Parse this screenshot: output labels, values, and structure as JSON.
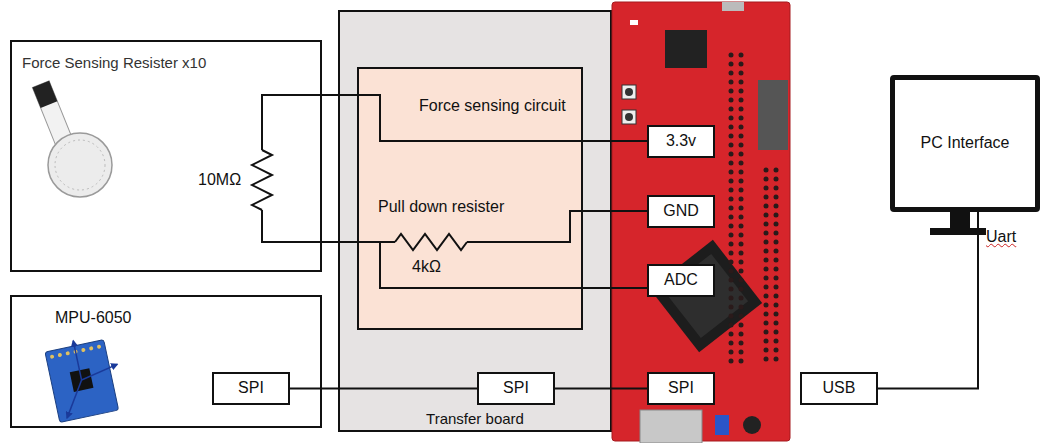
{
  "diagram": {
    "nodes": [
      {
        "text": [
          "Force Sensing Resister x10"
        ]
      },
      {
        "text": [
          "Transfer board"
        ]
      },
      {
        "text": [
          "Force sensing circuit"
        ],
        "in": 1
      },
      {
        "text": [
          "MPU-6050"
        ]
      },
      {
        "text": [
          "SPI"
        ],
        "in": 3
      },
      {
        "text": [
          "SPI"
        ],
        "in": 1
      },
      {
        "text": [
          "3.3v"
        ]
      },
      {
        "text": [
          "GND"
        ]
      },
      {
        "text": [
          "ADC"
        ]
      },
      {
        "text": [
          "SPI"
        ]
      },
      {
        "text": [
          "USB"
        ]
      },
      {
        "text": [
          "PC Interface"
        ]
      }
    ],
    "edges": [
      {
        "from": 4,
        "to": 5,
        "arrow": "none"
      },
      {
        "from": 5,
        "to": 9,
        "arrow": "none"
      },
      {
        "from": 10,
        "to": 11,
        "label": "Uart",
        "arrow": "none"
      }
    ],
    "labels": [
      "10MΩ",
      "Pull down resister",
      "4kΩ"
    ]
  }
}
